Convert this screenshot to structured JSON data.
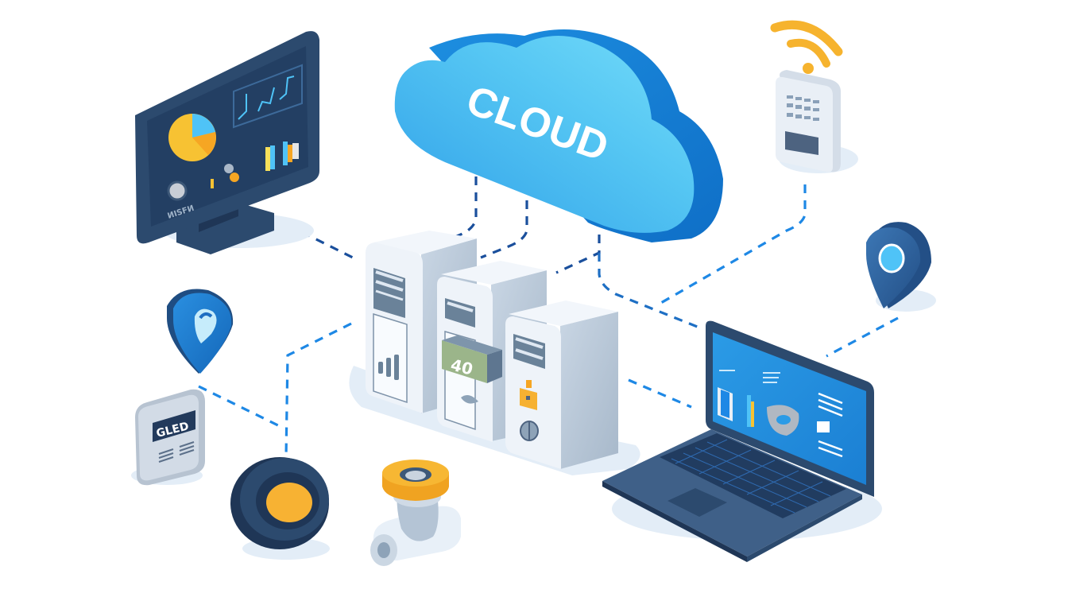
{
  "diagram": {
    "type": "isometric-network-illustration",
    "theme": "cloud connectivity",
    "colors": {
      "background": "#ffffff",
      "cloud_light": "#6dd6f7",
      "cloud_mid": "#3aa9ec",
      "cloud_dark": "#1479cf",
      "navy": "#2c4a6e",
      "navy_dark": "#1f3656",
      "accent_blue": "#1f7fd6",
      "dash_dark": "#1a4f9c",
      "dash_light": "#1e88e5",
      "orange": "#f6a623",
      "yellow": "#f7c233",
      "server_white": "#eef3f9",
      "server_side": "#b9c8d8",
      "green_panel": "#9bb58a",
      "shadow": "#e3edf7"
    }
  },
  "cloud": {
    "label": "CLOUD"
  },
  "server_rack": {
    "count": 3,
    "servers": [
      {
        "name": "server-1",
        "icon": "bar-chart-icon"
      },
      {
        "name": "server-2",
        "badge": "40",
        "icon": "leaf-icon"
      },
      {
        "name": "server-3",
        "icon": "lock-icon",
        "icon2": "pie-chart-icon"
      }
    ]
  },
  "devices": {
    "monitor": {
      "name": "dashboard-monitor",
      "screen_text": "ИISFИ",
      "widgets": [
        "pie-chart",
        "line-charts",
        "bar-chart",
        "gauge"
      ]
    },
    "router": {
      "name": "wifi-router",
      "icon": "wifi-icon"
    },
    "laptop": {
      "name": "laptop",
      "screen_widgets": [
        "bar-chart",
        "3d-part",
        "text-lines"
      ]
    },
    "pins": [
      {
        "name": "location-pin-left",
        "icon": "map-pin-icon"
      },
      {
        "name": "location-pin-right",
        "icon": "map-pin-icon"
      }
    ],
    "sensor": {
      "name": "gled-sensor",
      "label": "GLED"
    },
    "button": {
      "name": "round-button",
      "icon": "push-button-icon"
    },
    "valve": {
      "name": "valve",
      "icon": "valve-icon"
    }
  },
  "connections": [
    {
      "from": "cloud",
      "to": "server-1"
    },
    {
      "from": "cloud",
      "to": "server-2"
    },
    {
      "from": "cloud",
      "to": "server-3"
    },
    {
      "from": "cloud",
      "to": "laptop"
    },
    {
      "from": "monitor",
      "to": "server-1"
    },
    {
      "from": "router",
      "to": "laptop-area"
    },
    {
      "from": "location-pin-right",
      "to": "laptop"
    },
    {
      "from": "location-pin-left",
      "to": "round-button"
    },
    {
      "from": "server-1",
      "to": "round-button"
    },
    {
      "from": "server-3",
      "to": "laptop"
    }
  ]
}
